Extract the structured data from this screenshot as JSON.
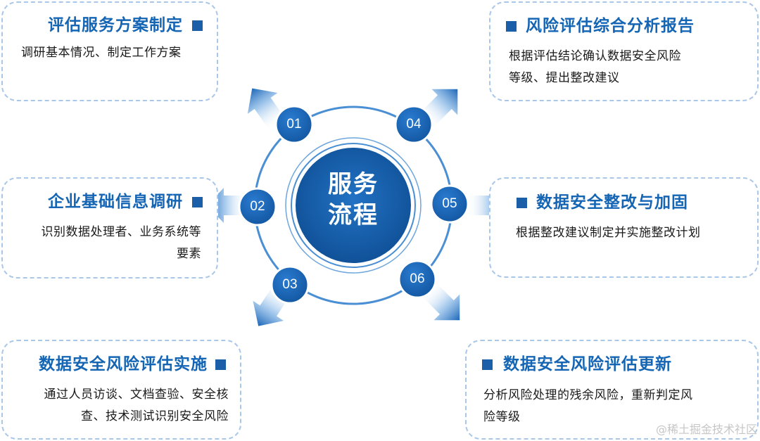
{
  "center": {
    "line1": "服务",
    "line2": "流程"
  },
  "steps": [
    {
      "number": "01",
      "title": "评估服务方案制定",
      "desc": [
        "调研基本情况、制定工作方案"
      ]
    },
    {
      "number": "02",
      "title": "企业基础信息调研",
      "desc": [
        "识别数据处理者、业务系统等",
        "要素"
      ]
    },
    {
      "number": "03",
      "title": "数据安全风险评估实施",
      "desc": [
        "通过人员访谈、文档查验、安全核",
        "查、技术测试识别安全风险"
      ]
    },
    {
      "number": "04",
      "title": "风险评估综合分析报告",
      "desc": [
        "根据评估结论确认数据安全风险",
        "等级、提出整改建议"
      ]
    },
    {
      "number": "05",
      "title": "数据安全整改与加固",
      "desc": [
        "根据整改建议制定并实施整改计划"
      ]
    },
    {
      "number": "06",
      "title": "数据安全风险评估更新",
      "desc": [
        "分析风险处理的残余风险，重新判定风",
        "险等级"
      ]
    }
  ],
  "watermark": "@稀土掘金技术社区",
  "colors": {
    "primary": "#1a5fa8",
    "title": "#1565b5",
    "box_border": "#a9c7e8",
    "ring": "#4a8fd4"
  }
}
